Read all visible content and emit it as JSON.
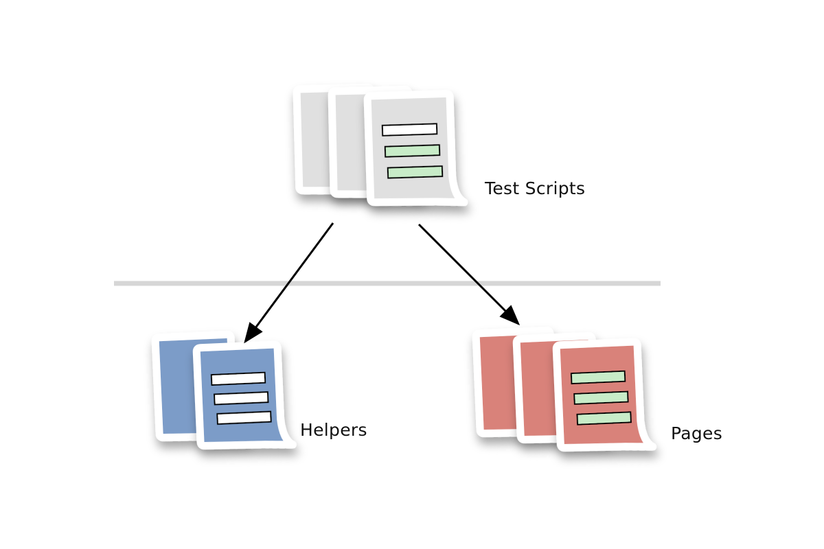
{
  "nodes": {
    "test_scripts": {
      "label": "Test Scripts",
      "color": "#e0e0e0",
      "line_colors": [
        "#ffffff",
        "#c8ecc8",
        "#c8ecc8"
      ]
    },
    "helpers": {
      "label": "Helpers",
      "color": "#7b9cc8",
      "line_colors": [
        "#ffffff",
        "#ffffff",
        "#ffffff"
      ]
    },
    "pages": {
      "label": "Pages",
      "color": "#d9827a",
      "line_colors": [
        "#c8ecc8",
        "#c8ecc8",
        "#c8ecc8"
      ]
    }
  },
  "edges": [
    {
      "from": "test_scripts",
      "to": "helpers"
    },
    {
      "from": "test_scripts",
      "to": "pages"
    }
  ],
  "colors": {
    "divider": "#d6d6d6",
    "arrow": "#000000",
    "page_border": "#ffffff"
  },
  "icons": {
    "document": "document-stack-icon"
  }
}
